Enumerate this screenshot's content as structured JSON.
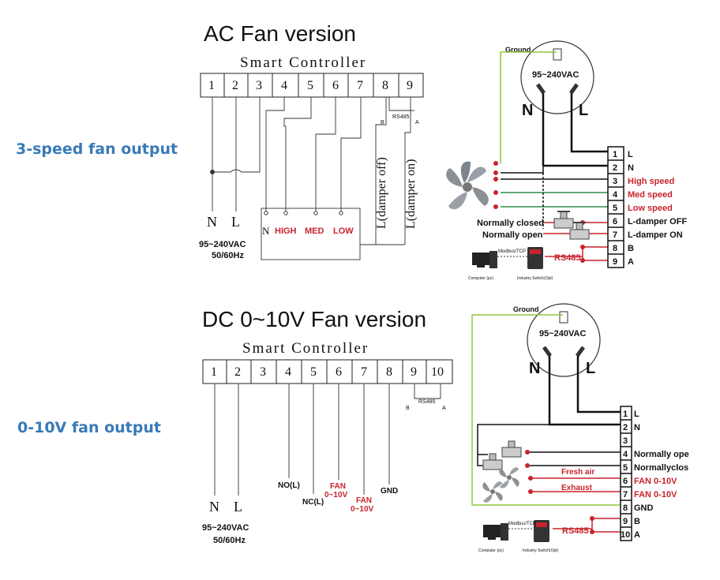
{
  "ac": {
    "title": "AC Fan version",
    "controller": "Smart Controller",
    "side_label": "3-speed fan output",
    "terminals": [
      "1",
      "2",
      "3",
      "4",
      "5",
      "6",
      "7",
      "8",
      "9"
    ],
    "n": "N",
    "l": "L",
    "voltage": "95~240VAC",
    "freq": "50/60Hz",
    "speeds": {
      "n": "N",
      "high": "HIGH",
      "med": "MED",
      "low": "LOW"
    },
    "damper_off": "L(damper off)",
    "damper_on": "L(damper on)",
    "rs485_b": "B",
    "rs485": "RS485",
    "rs485_a": "A",
    "wiring": {
      "ground": "Ground",
      "supply": "95~240VAC",
      "n": "N",
      "l": "L",
      "terminal_numbers": [
        "1",
        "2",
        "3",
        "4",
        "5",
        "6",
        "7",
        "8",
        "9"
      ],
      "terminal_labels": [
        "L",
        "N",
        "High speed",
        "Med speed",
        "Low speed",
        "L-damper OFF",
        "L-damper ON",
        "B",
        "A"
      ],
      "normally_closed": "Normally closed",
      "normally_open": "Normally open",
      "rs485": "RS485",
      "computer": "Computer (pc)",
      "switch": "Industry Switch(Opt)",
      "modbus": "Modbus/TCP"
    }
  },
  "dc": {
    "title": "DC 0~10V Fan version",
    "controller": "Smart Controller",
    "side_label": "0-10V fan output",
    "terminals": [
      "1",
      "2",
      "3",
      "4",
      "5",
      "6",
      "7",
      "8",
      "9",
      "10"
    ],
    "n": "N",
    "l": "L",
    "voltage": "95~240VAC",
    "freq": "50/60Hz",
    "no_l": "NO(L)",
    "nc_l": "NC(L)",
    "fan1_a": "FAN",
    "fan1_b": "0~10V",
    "fan2_a": "FAN",
    "fan2_b": "0~10V",
    "gnd": "GND",
    "rs485_b": "B",
    "rs485": "RS485",
    "rs485_a": "A",
    "wiring": {
      "ground": "Ground",
      "supply": "95~240VAC",
      "n": "N",
      "l": "L",
      "terminal_numbers": [
        "1",
        "2",
        "3",
        "4",
        "5",
        "6",
        "7",
        "8",
        "9",
        "10"
      ],
      "terminal_labels": [
        "L",
        "N",
        "",
        "Normally ope",
        "Normallyclos",
        "FAN 0-10V",
        "FAN 0-10V",
        "GND",
        "B",
        "A"
      ],
      "fresh_air": "Fresh air",
      "exhaust": "Exhaust",
      "rs485": "RS485",
      "computer": "Computer (pc)",
      "switch": "Industry Switch(Opt)",
      "modbus": "Modbus/TCP"
    }
  },
  "colors": {
    "red": "#c8232c",
    "green": "#2e8b4a",
    "ground": "#8dc63f",
    "blue": "#3a7ab8"
  }
}
